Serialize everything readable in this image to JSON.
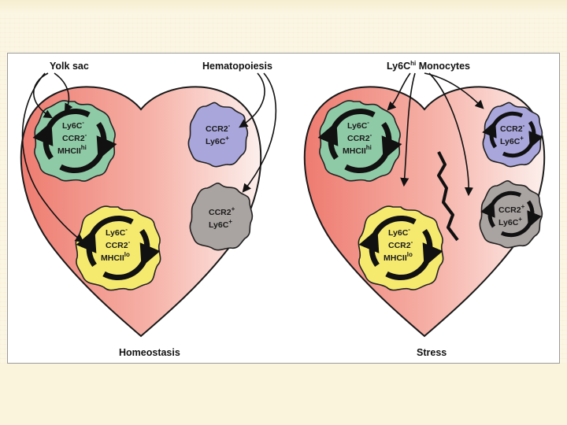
{
  "left_panel": {
    "source_top_left": "Yolk sac",
    "source_top_right": "Hematopoiesis",
    "caption": "Homeostasis",
    "cells": {
      "green": {
        "line1": "Ly6C",
        "sup1": "-",
        "line2": "CCR2",
        "sup2": "-",
        "line3": "MHCII",
        "sup3": "hi"
      },
      "yellow": {
        "line1": "Ly6C",
        "sup1": "-",
        "line2": "CCR2",
        "sup2": "-",
        "line3": "MHCII",
        "sup3": "lo"
      },
      "purple": {
        "line1": "CCR2",
        "sup1": "-",
        "line2": "Ly6C",
        "sup2": "+"
      },
      "gray": {
        "line1": "CCR2",
        "sup1": "+",
        "line2": "Ly6C",
        "sup2": "+"
      }
    }
  },
  "right_panel": {
    "source_top": "Ly6C",
    "source_top_sup": "hi",
    "source_top_suffix": " Monocytes",
    "caption": "Stress",
    "cells": {
      "green": {
        "line1": "Ly6C",
        "sup1": "-",
        "line2": "CCR2",
        "sup2": "-",
        "line3": "MHCII",
        "sup3": "hi"
      },
      "yellow": {
        "line1": "Ly6C",
        "sup1": "-",
        "line2": "CCR2",
        "sup2": "-",
        "line3": "MHCII",
        "sup3": "lo"
      },
      "purple": {
        "line1": "CCR2",
        "sup1": "-",
        "line2": "Ly6C",
        "sup2": "+"
      },
      "gray": {
        "line1": "CCR2",
        "sup1": "+",
        "line2": "Ly6C",
        "sup2": "+"
      }
    }
  },
  "colors": {
    "heart_left": "#ef7e72",
    "heart_right": "#fbe9e5",
    "green_cell": "#8fcaa6",
    "yellow_cell": "#f5ea6e",
    "purple_cell": "#a9a6dc",
    "gray_cell": "#a9a3a1"
  }
}
